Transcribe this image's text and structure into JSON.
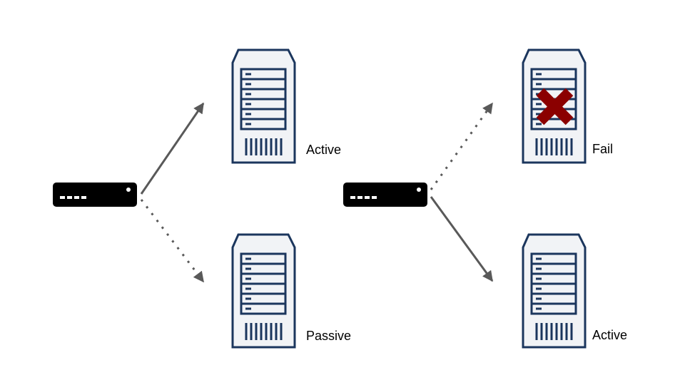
{
  "colors": {
    "server_stroke": "#1b365d",
    "server_fill": "#f1f3f6",
    "switch_fill": "#000000",
    "arrow": "#595959",
    "fail_mark": "#8b0000"
  },
  "left_pair": {
    "top_server_label": "Active",
    "bottom_server_label": "Passive"
  },
  "right_pair": {
    "top_server_label": "Fail",
    "bottom_server_label": "Active"
  },
  "icons": {
    "server": "server-tower-icon",
    "switch": "network-switch-icon",
    "fail": "red-x-icon"
  }
}
